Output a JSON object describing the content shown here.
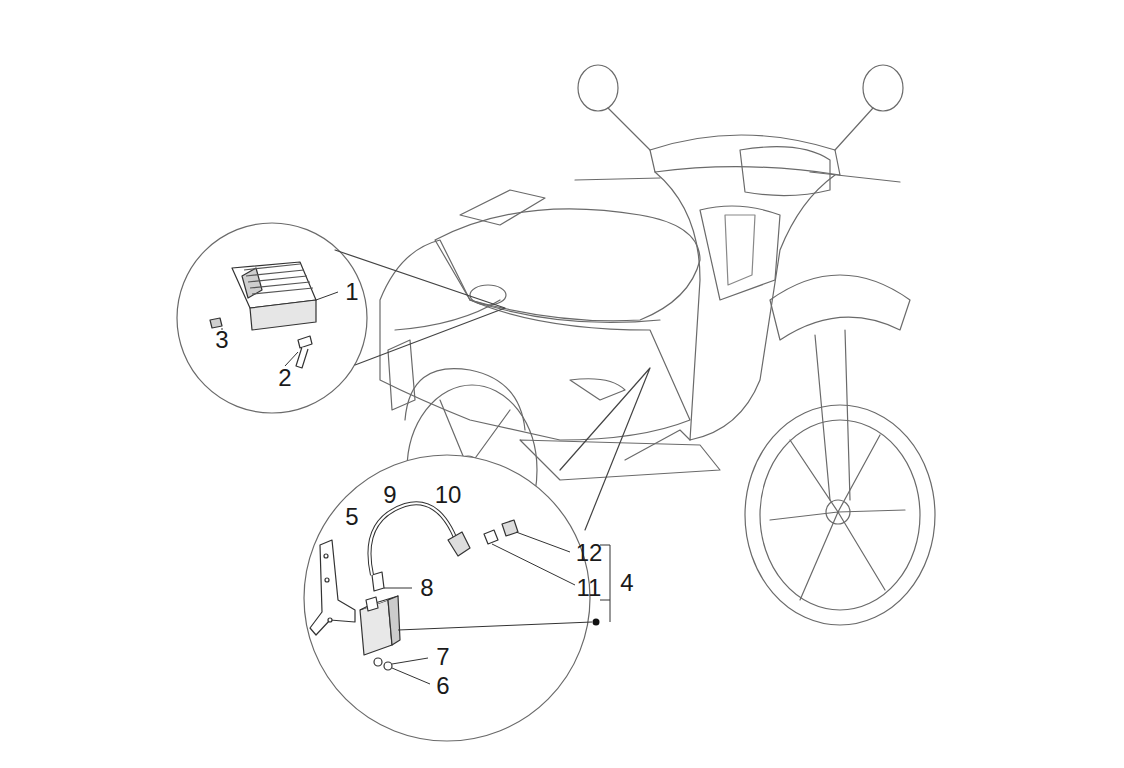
{
  "diagram": {
    "labels": [
      "1",
      "3",
      "2",
      "9",
      "10",
      "5",
      "12",
      "8",
      "11",
      "4",
      "7",
      "6"
    ]
  }
}
